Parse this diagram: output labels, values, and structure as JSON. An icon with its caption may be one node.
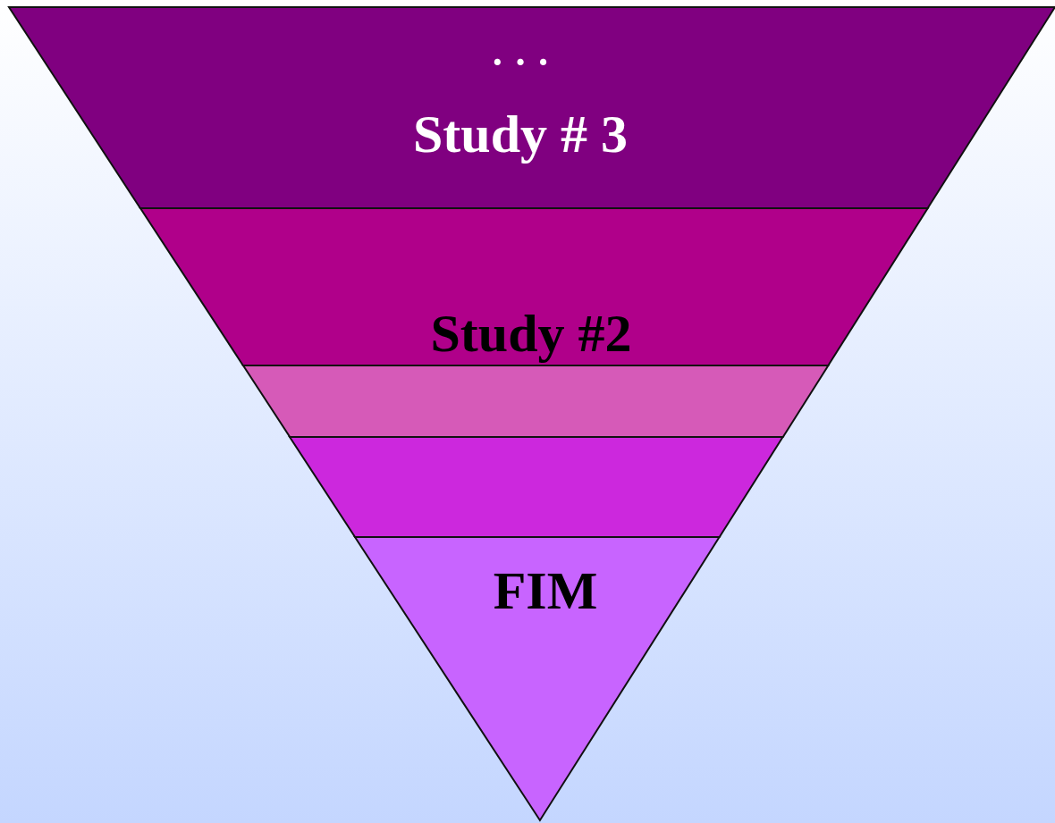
{
  "diagram": {
    "nodes": [
      {
        "text": [
          "· · ·",
          "Study # 3"
        ]
      },
      {
        "text": [
          "Study #2"
        ]
      },
      {
        "text": [],
        "shape": "band"
      },
      {
        "text": [],
        "shape": "band"
      },
      {
        "text": [
          "FIM"
        ]
      }
    ]
  }
}
